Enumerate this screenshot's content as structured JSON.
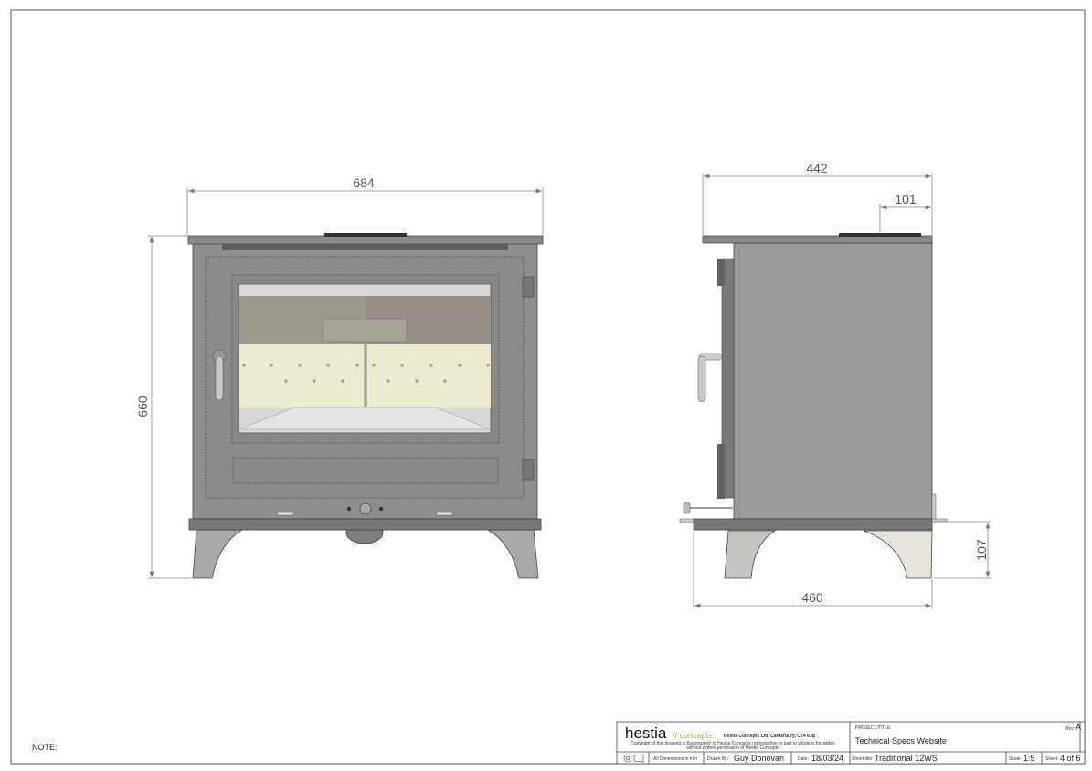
{
  "note_label": "NOTE:",
  "front_view": {
    "width_dim": "684",
    "height_dim": "660"
  },
  "side_view": {
    "depth_dim": "442",
    "flue_offset_dim": "101",
    "leg_height_dim": "107",
    "base_depth_dim": "460"
  },
  "title_block": {
    "brand": "hestia",
    "brand_suffix": "// concepts.",
    "company_address": "Hestia Concepts Ltd, Canterbury, CT4 6JB",
    "copyright_line1": "Copyright of this drawing is the property of Hestia Concepts reproduction in part or whole is forbidden",
    "copyright_line2": "without written permission of Hestia Concepts",
    "project_label": "PROJECT/TITLE",
    "project_title": "Technical Specs Website",
    "rev_label": "Rev:",
    "rev_value": "A",
    "dimensions_note": "All Dimensions in mm",
    "drawn_by_label": "Drawn By:",
    "drawn_by": "Guy Donovan",
    "date_label": "Date:",
    "date": "18/03/24",
    "sheet_title_label": "Sheet title:",
    "sheet_title": "Traditional 12WS",
    "scale_label": "Scale:",
    "scale": "1:5",
    "sheet_label": "Sheet:",
    "sheet": "4 of 6"
  },
  "colors": {
    "stove_body": "#8e8e8e",
    "stove_dark": "#6f6f6f",
    "firebox_liner": "#ecebd0",
    "firebox_upper": "#9d9a8d",
    "brand_accent": "#e0a020"
  }
}
